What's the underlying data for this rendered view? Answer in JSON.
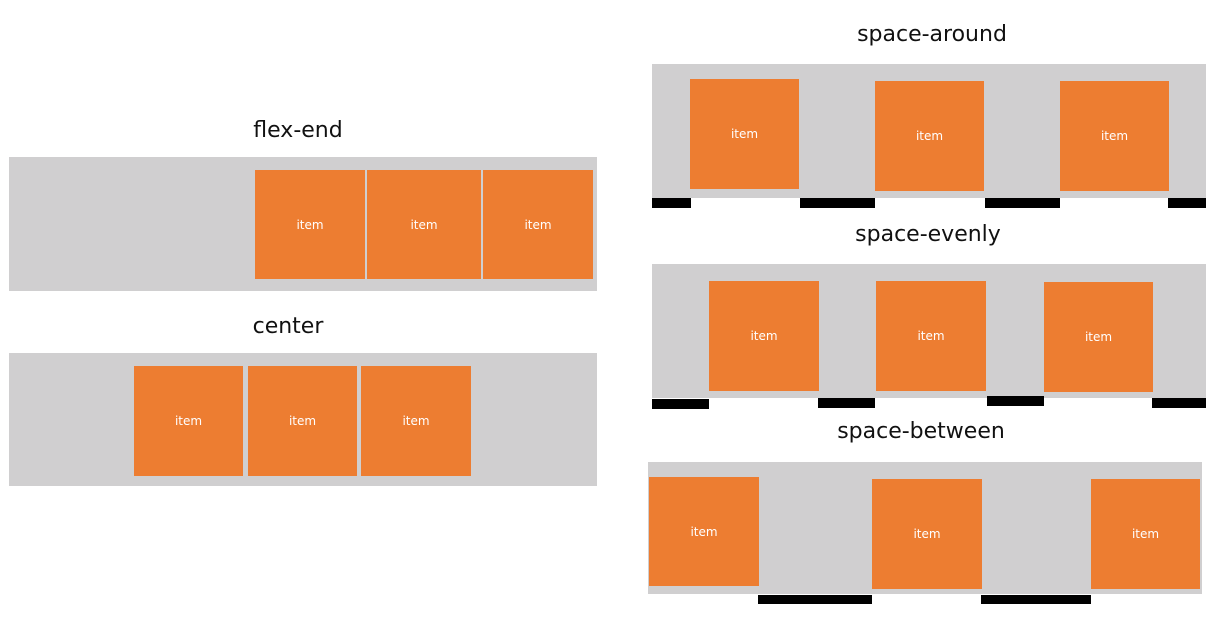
{
  "diagrams": {
    "flex_end": {
      "title": "flex-end",
      "items": [
        "item",
        "item",
        "item"
      ]
    },
    "center": {
      "title": "center",
      "items": [
        "item",
        "item",
        "item"
      ]
    },
    "space_around": {
      "title": "space-around",
      "items": [
        "item",
        "item",
        "item"
      ]
    },
    "space_evenly": {
      "title": "space-evenly",
      "items": [
        "item",
        "item",
        "item"
      ]
    },
    "space_between": {
      "title": "space-between",
      "items": [
        "item",
        "item",
        "item"
      ]
    }
  },
  "colors": {
    "container": "#d0cfd0",
    "item": "#ed7d31",
    "gap_marker": "#000000"
  }
}
